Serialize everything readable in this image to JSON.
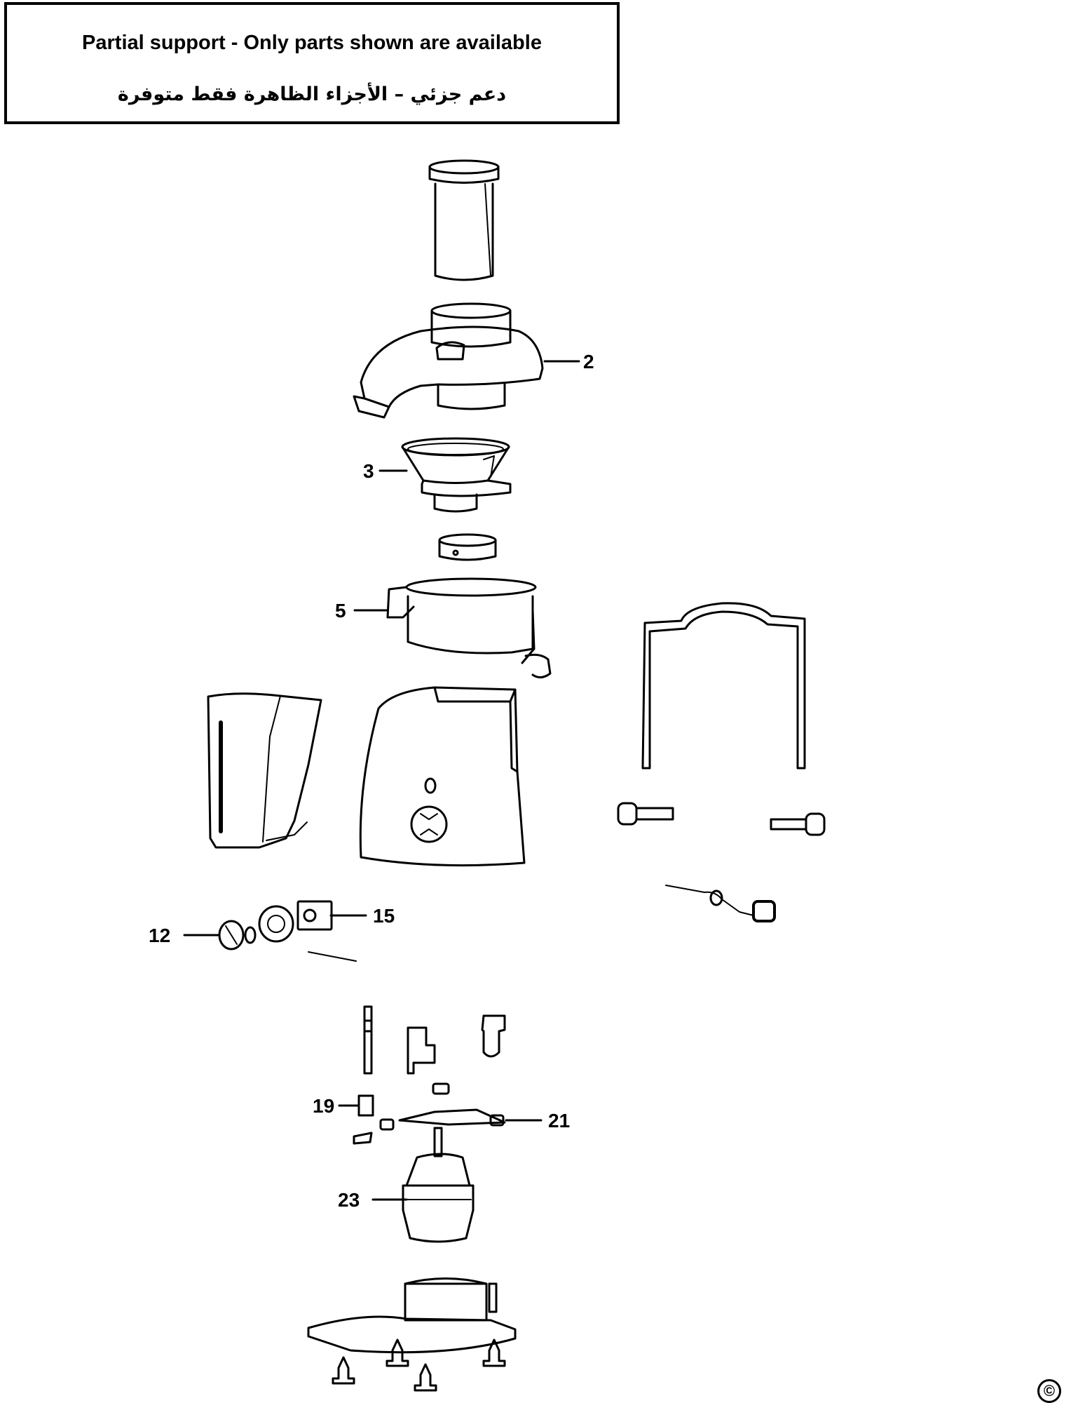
{
  "notice": {
    "english": "Partial support - Only parts shown are available",
    "arabic": "دعم جزئي – الأجزاء الظاهرة فقط متوفرة"
  },
  "callouts": [
    {
      "id": "2",
      "label": "2"
    },
    {
      "id": "3",
      "label": "3"
    },
    {
      "id": "5",
      "label": "5"
    },
    {
      "id": "12",
      "label": "12"
    },
    {
      "id": "15",
      "label": "15"
    },
    {
      "id": "19",
      "label": "19"
    },
    {
      "id": "21",
      "label": "21"
    },
    {
      "id": "23",
      "label": "23"
    }
  ],
  "copyright": "©"
}
